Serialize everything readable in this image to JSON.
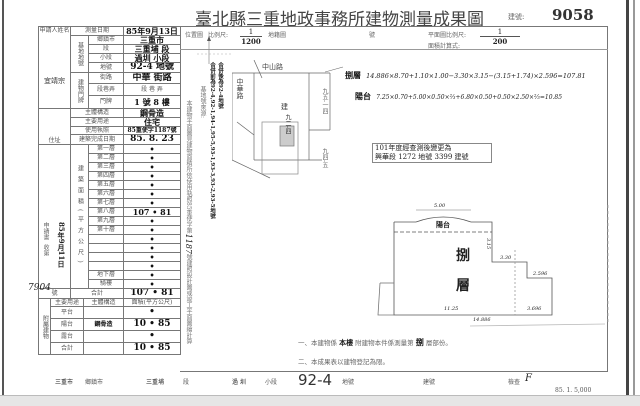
{
  "header": {
    "title": "臺北縣三重地政事務所建物測量成果圖",
    "building_no_label": "建號:",
    "building_no": "9058"
  },
  "info_table": {
    "applicant_label": "申請人姓名",
    "applicant_name": "宜靖宗",
    "address_label": "住址",
    "application_label": "申請書",
    "application_date": "85年9月11日",
    "receipt_label": "收第",
    "receipt_no": "7904",
    "receipt_suffix": "號",
    "survey_date_label": "測量日期",
    "survey_date": "85年9月13日",
    "land_label": "基地地號",
    "township_label": "鄉鎮市",
    "township": "三重市",
    "section_label": "段",
    "section": "三重埔 段",
    "subsection_label": "小段",
    "subsection": "過圳 小段",
    "lot_label": "地號",
    "lot": "92-4 地號",
    "door_label": "建物門牌",
    "street_label": "街路",
    "street": "中華 街路",
    "lane_label": "段巷弄",
    "lane": "段 巷 弄",
    "number_label": "門牌",
    "number": "1 號 8 樓",
    "structure_label": "主體構造",
    "structure": "鋼骨造",
    "usage_label": "主要用途",
    "usage": "住宅",
    "license_label": "使用執照",
    "license": "85重使字1187號",
    "completion_label": "建築完成日期",
    "completion": "85. 8. 23",
    "area_label": "建築面積(平方公尺)",
    "floors": [
      {
        "label": "第一層",
        "value": "•"
      },
      {
        "label": "第二層",
        "value": "•"
      },
      {
        "label": "第三層",
        "value": "•"
      },
      {
        "label": "第四層",
        "value": "•"
      },
      {
        "label": "第五層",
        "value": "•"
      },
      {
        "label": "第六層",
        "value": "•"
      },
      {
        "label": "第七層",
        "value": "•"
      },
      {
        "label": "第八層",
        "value": "107 • 81"
      },
      {
        "label": "第九層",
        "value": "•"
      },
      {
        "label": "第十層",
        "value": "•"
      },
      {
        "label": "",
        "value": "•"
      },
      {
        "label": "",
        "value": "•"
      },
      {
        "label": "",
        "value": "•"
      },
      {
        "label": "",
        "value": "•"
      },
      {
        "label": "地下層",
        "value": "•"
      },
      {
        "label": "騎樓",
        "value": "•"
      }
    ],
    "total_label": "合計",
    "total": "107 • 81"
  },
  "attached": {
    "section_label": "附屬建物",
    "col_usage": "主要用途",
    "col_structure": "主體構造",
    "col_area": "面積(平方公尺)",
    "rows": [
      {
        "usage": "平台",
        "structure": "",
        "area": "•"
      },
      {
        "usage": "陽台",
        "structure": "鋼骨造",
        "area": "10 • 85"
      },
      {
        "usage": "露台",
        "structure": "",
        "area": "•"
      },
      {
        "usage": "合計",
        "structure": "",
        "area": "10 • 85"
      }
    ]
  },
  "plan_header": {
    "location_label": "位置圖",
    "scale_label": "比例尺:",
    "location_scale_num": "1",
    "location_scale_den": "1200",
    "cadastral_label": "地籍圖",
    "sheet_label": "號",
    "plan_scale_label": "平面圖比例尺:",
    "plan_scale_num": "1",
    "plan_scale_den": "200",
    "formula_label": "面積計算式:"
  },
  "side_notes": {
    "source_label": "基地號來源:",
    "merged_after": "合併後為92-4地號",
    "merged_before": "合併前為92-4,92-1,94-1,95-5,93-1,93-3,93-2,93-5地號",
    "plan_basis": "本建物平面圖見建物面積所依使用執照85重使字第",
    "license_no": "1187",
    "plan_basis_end": "號建照設計圖或竣工平面圖繪計算"
  },
  "site_plan": {
    "road_top": "中山路",
    "road_left": "中華路",
    "lot_main_label": "建",
    "lot_main": "九二-四",
    "lot_right": "九五-一四",
    "lot_right2": "九四-五"
  },
  "formulas": {
    "floor_label": "捌層",
    "floor_formula": "14.886×8.70+1.10×1.00−3.30×3.15−(3.15+1.74)×2.596=107.81",
    "balcony_label": "陽台",
    "balcony_formula": "7.25×0.70+5.00×0.50×⅔+6.80×0.50+0.50×2.50×⅔=10.85"
  },
  "change_note": {
    "line1": "101年度經查測後變更為",
    "line2": "興華段 1272 地號 3399 建號"
  },
  "floor_plan": {
    "floor_char1": "捌",
    "floor_char2": "層",
    "balcony": "陽台",
    "dims": {
      "top": "5.00",
      "bottom_inner": "11.25",
      "bottom_total": "14.886",
      "left_step": "3.15",
      "step": "3.30",
      "right": "2.596",
      "right_lower": "3.696"
    }
  },
  "remarks": {
    "line1_a": "一、本建物係",
    "line1_stamp": "本樓",
    "line1_b": "附建物本件係測量第",
    "line1_floor": "捌",
    "line1_c": "層部份。",
    "line2": "二、本成果表以建物登記為限。"
  },
  "footer": {
    "township": "三重市",
    "township_label": "鄉鎮市",
    "section": "三重埔",
    "section_label": "段",
    "subsection": "過 圳",
    "subsection_label": "小段",
    "lot": "92-4",
    "lot_label": "地號",
    "building_label": "建號",
    "inspector_label": "檢查",
    "inspector": "F",
    "print_code": "85. 1. 5,000"
  }
}
